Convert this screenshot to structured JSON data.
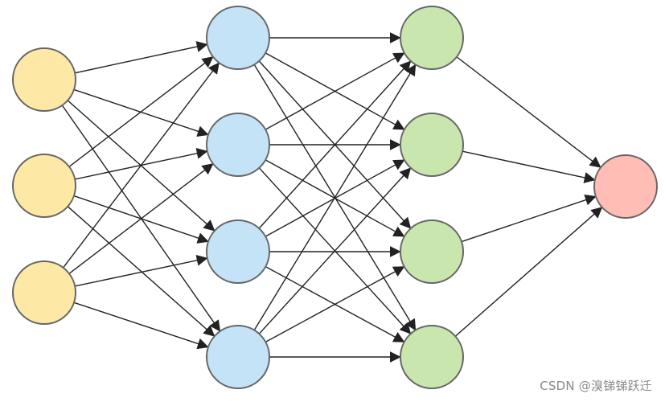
{
  "diagram": {
    "type": "feedforward-neural-network",
    "layers": [
      {
        "name": "input",
        "nodes": 3,
        "fill": "#fde8a6",
        "stroke": "#666666"
      },
      {
        "name": "hidden-1",
        "nodes": 4,
        "fill": "#c4e3f6",
        "stroke": "#666666"
      },
      {
        "name": "hidden-2",
        "nodes": 4,
        "fill": "#c8e6ad",
        "stroke": "#666666"
      },
      {
        "name": "output",
        "nodes": 1,
        "fill": "#ffbdb6",
        "stroke": "#666666"
      }
    ],
    "connections": "fully-connected",
    "edge_color": "#222222",
    "arrowheads": true
  },
  "watermark": {
    "text": "CSDN @溴锑锑跃迁"
  }
}
